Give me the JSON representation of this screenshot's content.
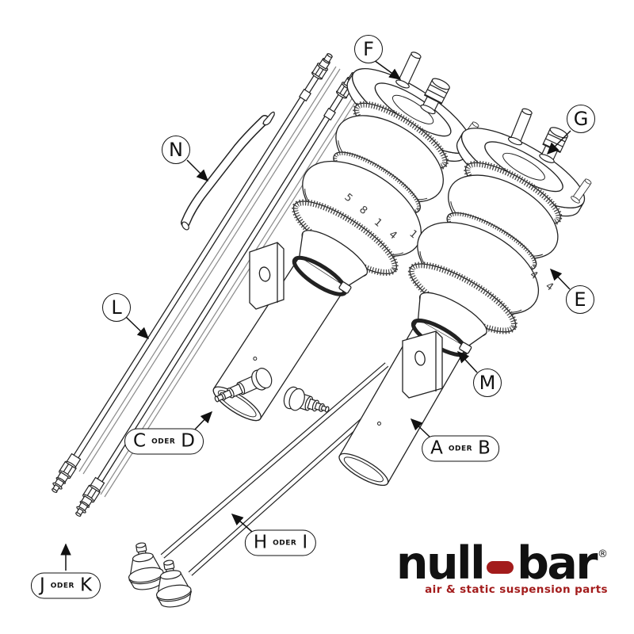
{
  "diagram": {
    "callouts": {
      "f": "F",
      "g": "G",
      "n": "N",
      "l": "L",
      "e": "E",
      "m": "M",
      "a_or_b": {
        "first": "A",
        "conj": "ODER",
        "second": "B"
      },
      "c_or_d": {
        "first": "C",
        "conj": "ODER",
        "second": "D"
      },
      "h_or_i": {
        "first": "H",
        "conj": "ODER",
        "second": "I"
      },
      "j_or_k": {
        "first": "J",
        "conj": "ODER",
        "second": "K"
      }
    },
    "part_markings": {
      "left_air_spring": "5 8 1 4",
      "left_air_spring_wrap": "1 4",
      "right_air_spring": "4 4"
    },
    "line_color": "#222222"
  },
  "logo": {
    "word_part1": "null",
    "word_part2": "bar",
    "registered": "®",
    "tagline": "air & static suspension parts",
    "colors": {
      "text": "#111111",
      "accent": "#a31c1c"
    }
  }
}
